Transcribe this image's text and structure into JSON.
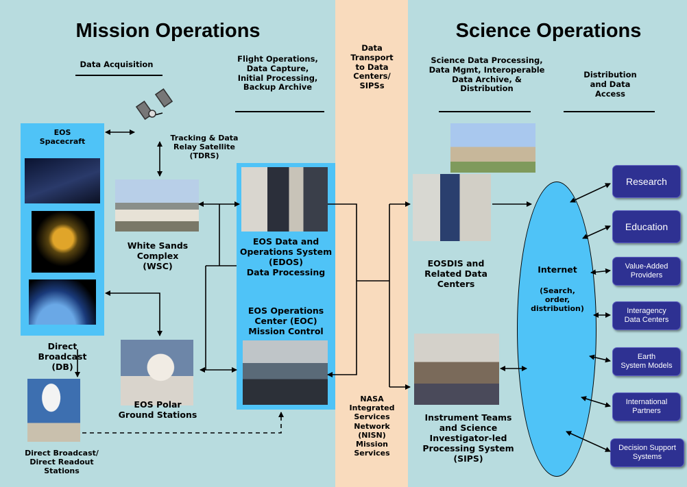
{
  "sections": {
    "mission": "Mission Operations",
    "science": "Science Operations"
  },
  "headers": {
    "data_acquisition": "Data Acquisition",
    "flight_ops": "Flight Operations,\nData Capture,\nInitial Processing,\nBackup Archive",
    "transport": "Data\nTransport\nto Data\nCenters/\nSIPSs",
    "science_processing": "Science Data Processing,\nData Mgmt, Interoperable\nData Archive, &\nDistribution",
    "distribution": "Distribution\nand Data\nAccess"
  },
  "labels": {
    "eos_spacecraft": "EOS\nSpacecraft",
    "tdrs": "Tracking & Data\nRelay Satellite\n(TDRS)",
    "wsc": "White Sands\nComplex\n(WSC)",
    "direct_broadcast": "Direct\nBroadcast\n(DB)",
    "polar": "EOS Polar\nGround Stations",
    "db_stations": "Direct Broadcast/\nDirect Readout\nStations",
    "edos": "EOS Data and\nOperations System\n(EDOS)\nData Processing",
    "eoc": "EOS Operations\nCenter (EOC)\nMission Control",
    "nisn": "NASA\nIntegrated\nServices\nNetwork\n(NISN)\nMission\nServices",
    "eosdis": "EOSDIS and\nRelated Data\nCenters",
    "sips": "Instrument Teams\nand Science\nInvestigator-led\nProcessing System\n(SIPS)",
    "internet_title": "Internet",
    "internet_sub": "(Search,\norder,\ndistribution)"
  },
  "outputs": [
    {
      "key": "research",
      "label": "Research",
      "size": "large"
    },
    {
      "key": "education",
      "label": "Education",
      "size": "large"
    },
    {
      "key": "value-added",
      "label": "Value-Added\nProviders",
      "size": "small"
    },
    {
      "key": "interagency",
      "label": "Interagency\nData Centers",
      "size": "small"
    },
    {
      "key": "earth-models",
      "label": "Earth\nSystem Models",
      "size": "small"
    },
    {
      "key": "international",
      "label": "International\nPartners",
      "size": "small"
    },
    {
      "key": "decision",
      "label": "Decision Support\nSystems",
      "size": "small"
    }
  ],
  "colors": {
    "left_bg": "#b8dcdf",
    "middle_bg": "#f9dbbd",
    "right_bg": "#b8dcdf",
    "highlight_box": "#4fc3f7",
    "ellipse": "#4fc3f7",
    "button": "#2e3192"
  }
}
